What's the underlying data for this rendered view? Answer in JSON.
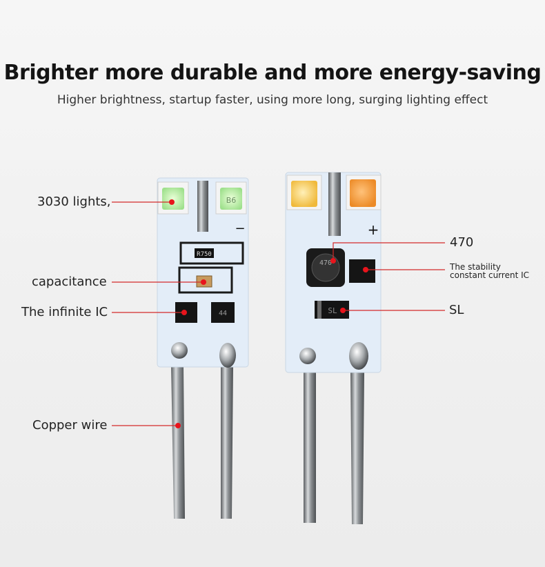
{
  "heading": {
    "title": "Brighter more durable and more energy-saving",
    "subtitle": "Higher brightness, startup faster, using more long, surging lighting effect"
  },
  "left_board": {
    "resistor_marking": "R750",
    "chip_marking": "B6",
    "ic_marking": "44",
    "polarity_mark": "−"
  },
  "right_board": {
    "inductor_marking": "470",
    "diode_marking": "SL",
    "polarity_mark": "+"
  },
  "callouts": {
    "lights": "3030 lights,",
    "capacitance": "capacitance",
    "infinite_ic": "The infinite IC",
    "copper_wire": "Copper wire",
    "inductor": "470",
    "stability_line1": "The stability",
    "stability_line2": "constant current IC",
    "diode": "SL"
  },
  "colors": {
    "callout_dot": "#e8141c",
    "callout_line": "#d42a2a",
    "board": "#e4eef8",
    "led_green": "#b9f0a8",
    "led_warm": "#f5c85a",
    "led_orange": "#f29a3a"
  }
}
